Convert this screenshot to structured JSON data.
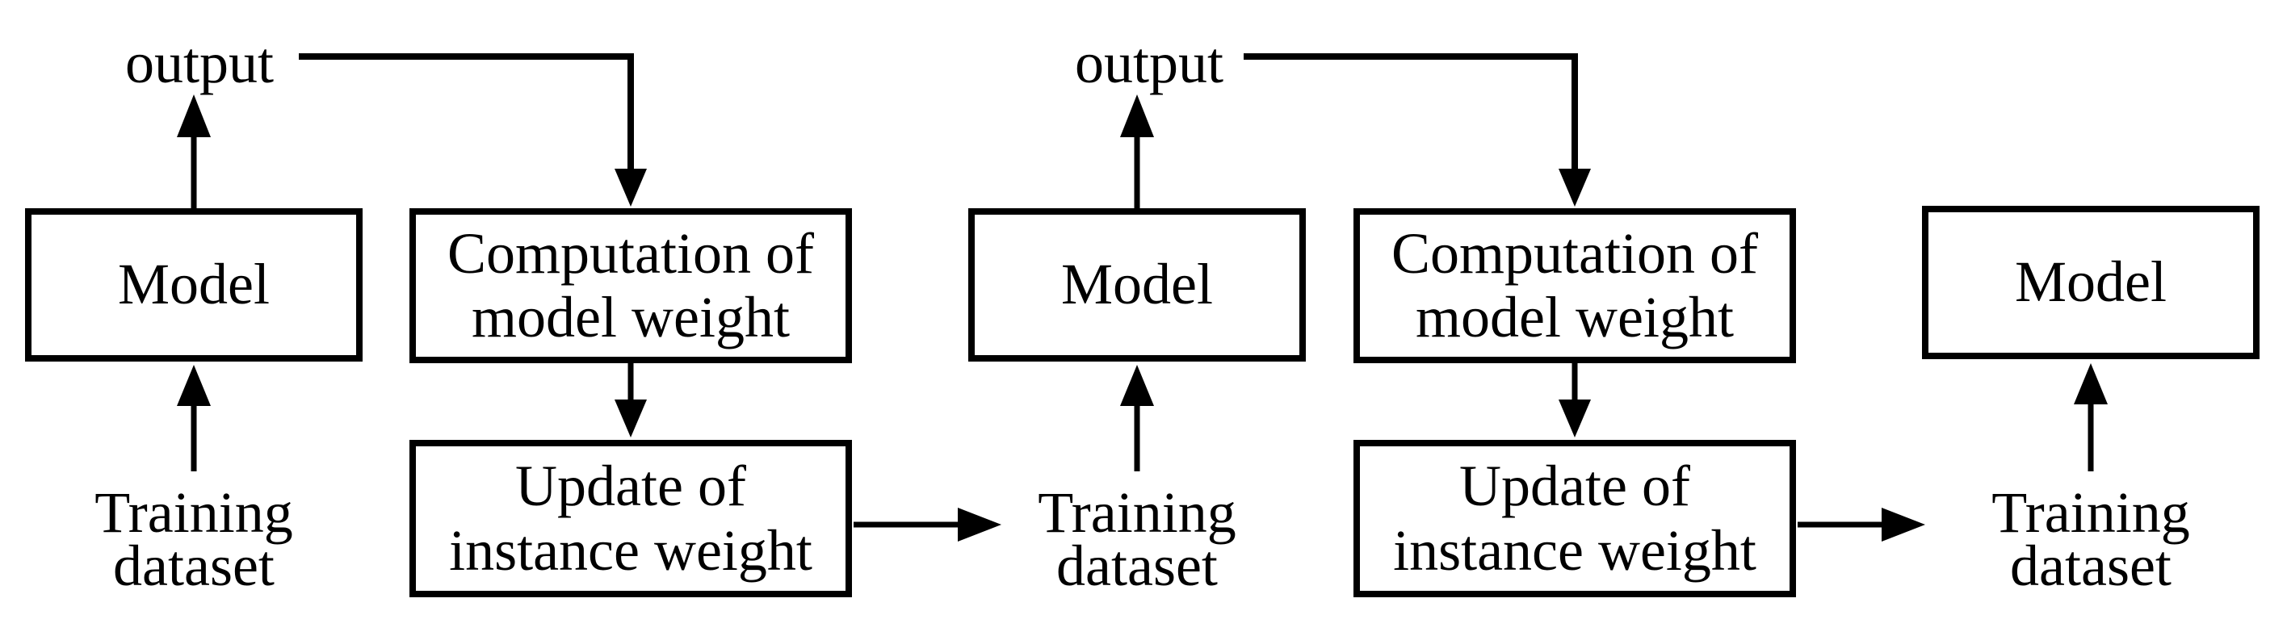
{
  "diagram": {
    "kind": "flowchart",
    "background_color": "#ffffff",
    "line_color": "#000000",
    "text_color": "#000000",
    "stages": [
      {
        "output_label": "output",
        "model_label": "Model",
        "computation_line1": "Computation of",
        "computation_line2": "model weight",
        "update_line1": "Update of",
        "update_line2": "instance weight",
        "training_line1": "Training",
        "training_line2": "dataset"
      },
      {
        "output_label": "output",
        "model_label": "Model",
        "computation_line1": "Computation of",
        "computation_line2": "model weight",
        "update_line1": "Update of",
        "update_line2": "instance weight",
        "training_line1": "Training",
        "training_line2": "dataset"
      },
      {
        "model_label": "Model",
        "training_line1": "Training",
        "training_line2": "dataset"
      }
    ]
  }
}
